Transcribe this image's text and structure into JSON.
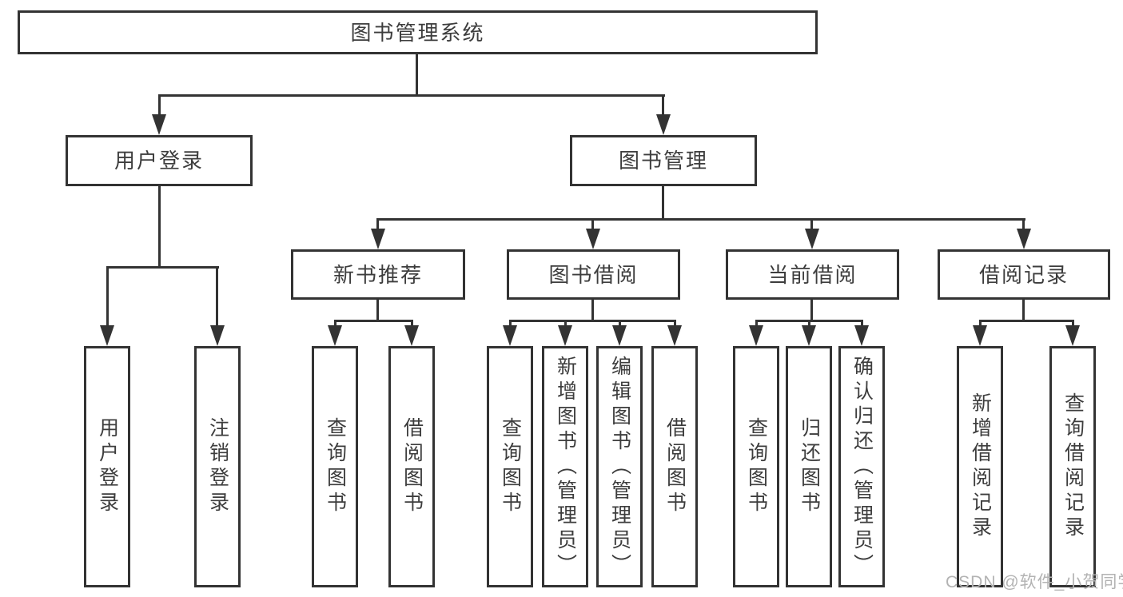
{
  "diagram": {
    "root": "图书管理系统",
    "level2": [
      "用户登录",
      "图书管理"
    ],
    "level3": [
      "新书推荐",
      "图书借阅",
      "当前借阅",
      "借阅记录"
    ],
    "leaves_login": [
      "用户登录",
      "注销登录"
    ],
    "leaves_newbook": [
      "查询图书",
      "借阅图书"
    ],
    "leaves_borrow": [
      "查询图书",
      "新增图书（管理员）",
      "编辑图书（管理员）",
      "借阅图书"
    ],
    "leaves_current": [
      "查询图书",
      "归还图书",
      "确认归还（管理员）"
    ],
    "leaves_records": [
      "新增借阅记录",
      "查询借阅记录"
    ]
  },
  "watermark": "CSDN @软件_小贺同学",
  "colors": {
    "line": "#333333",
    "text": "#3d3d3d",
    "background": "#ffffff",
    "watermark": "#b3b3b3"
  }
}
